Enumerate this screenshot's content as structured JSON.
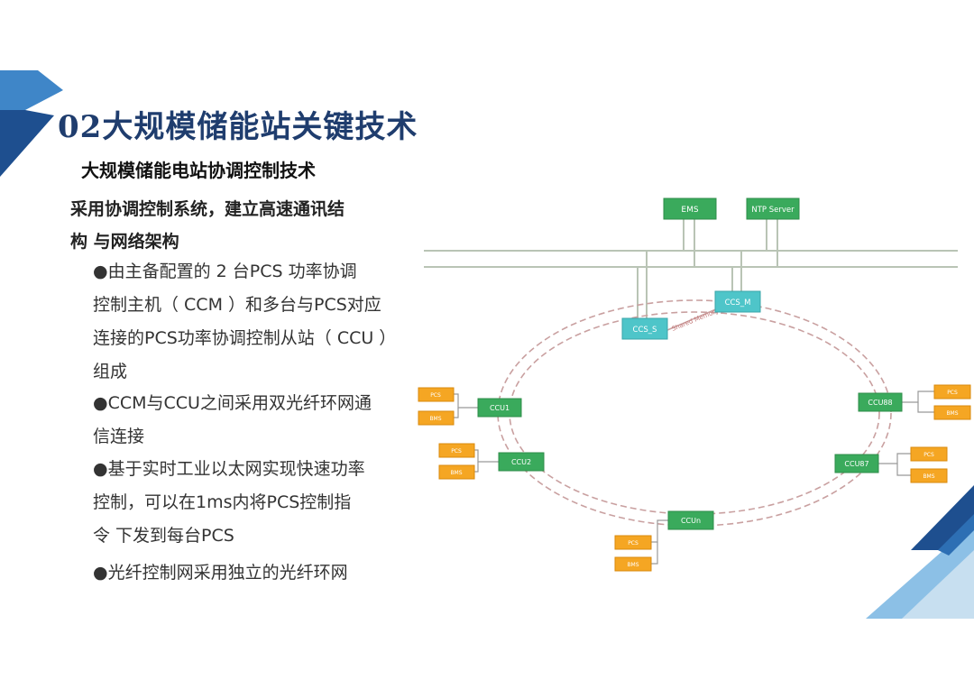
{
  "title": "02大规模储能站关键技术",
  "subtitle": "大规模储能电站协调控制技术",
  "intro_lines": [
    "采用协调控制系统，建立高速通讯结",
    "构 与网络架构"
  ],
  "bullets": [
    {
      "lines": [
        "●由主备配置的 2 台PCS 功率协调",
        "控制主机（ CCM ）和多台与PCS对应",
        "连接的PCS功率协调控制从站（ CCU ）",
        "组成"
      ]
    },
    {
      "lines": [
        "●CCM与CCU之间采用双光纤环网通",
        "信连接"
      ]
    },
    {
      "lines": [
        "●基于实时工业以太网实现快速功率",
        "控制，可以在1ms内将PCS控制指",
        "令 下发到每台PCS"
      ]
    },
    {
      "lines": [
        "●光纤控制网采用独立的光纤环网"
      ]
    }
  ],
  "diagram": {
    "ems": "EMS",
    "ntp": "NTP Server",
    "ccs_m": "CCS_M",
    "ccs_s": "CCS_S",
    "shared": "Shared Memory",
    "ccu1": "CCU1",
    "ccu2": "CCU2",
    "ccun": "CCUn",
    "ccu87": "CCU87",
    "ccu88": "CCU88",
    "pcs": "PCS",
    "bms": "BMS"
  },
  "colors": {
    "title": "#1f3d6e",
    "green": "#3aaa5c",
    "teal": "#4ec5c9",
    "orange": "#f5a623",
    "blue_dark": "#1e4f8f",
    "blue_light": "#3f86c8"
  }
}
